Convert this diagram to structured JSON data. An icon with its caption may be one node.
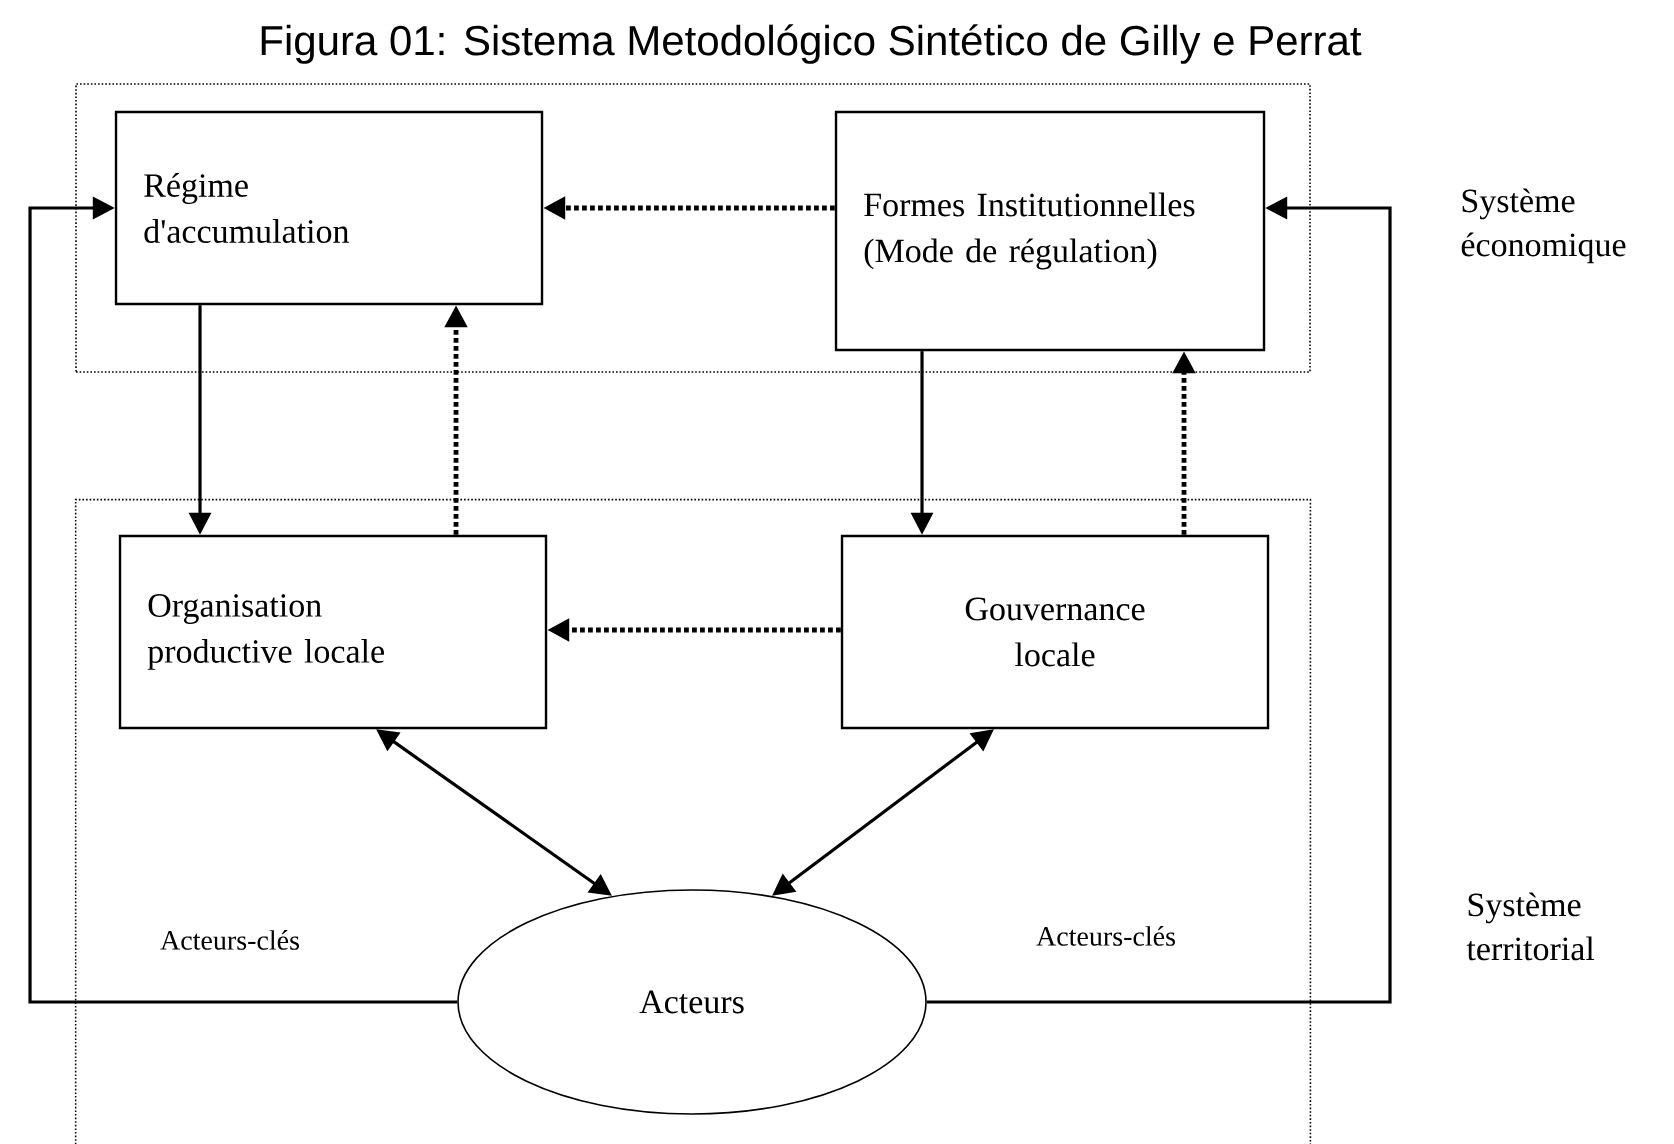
{
  "diagram": {
    "title": "Figura 01: Sistema Metodológico Sintético de Gilly e Perrat",
    "nodes": [
      {
        "text": [
          "Système économique"
        ]
      },
      {
        "text": [
          "Régime d'accumulation"
        ],
        "in": 0
      },
      {
        "text": [
          "Formes Institutionnelles (Mode de régulation)"
        ],
        "in": 0
      },
      {
        "text": [
          "Système territorial"
        ]
      },
      {
        "text": [
          "Organisation productive locale"
        ],
        "in": 3
      },
      {
        "text": [
          "Gouvernance locale"
        ],
        "in": 3
      },
      {
        "text": [
          "Acteurs"
        ],
        "in": 3
      }
    ],
    "edges": [
      {
        "from": 2,
        "to": 1,
        "arrow": "to",
        "style": "dashed"
      },
      {
        "from": 1,
        "to": 4,
        "arrow": "to"
      },
      {
        "from": 4,
        "to": 1,
        "arrow": "to",
        "style": "dashed"
      },
      {
        "from": 2,
        "to": 5,
        "arrow": "to"
      },
      {
        "from": 5,
        "to": 2,
        "arrow": "to",
        "style": "dashed"
      },
      {
        "from": 5,
        "to": 4,
        "arrow": "to",
        "style": "dashed"
      },
      {
        "from": 4,
        "to": 6,
        "arrow": "both"
      },
      {
        "from": 5,
        "to": 6,
        "arrow": "both"
      },
      {
        "from": 6,
        "to": 1,
        "arrow": "to",
        "label": "Acteurs-clés"
      },
      {
        "from": 6,
        "to": 2,
        "arrow": "to",
        "label": "Acteurs-clés"
      }
    ]
  }
}
